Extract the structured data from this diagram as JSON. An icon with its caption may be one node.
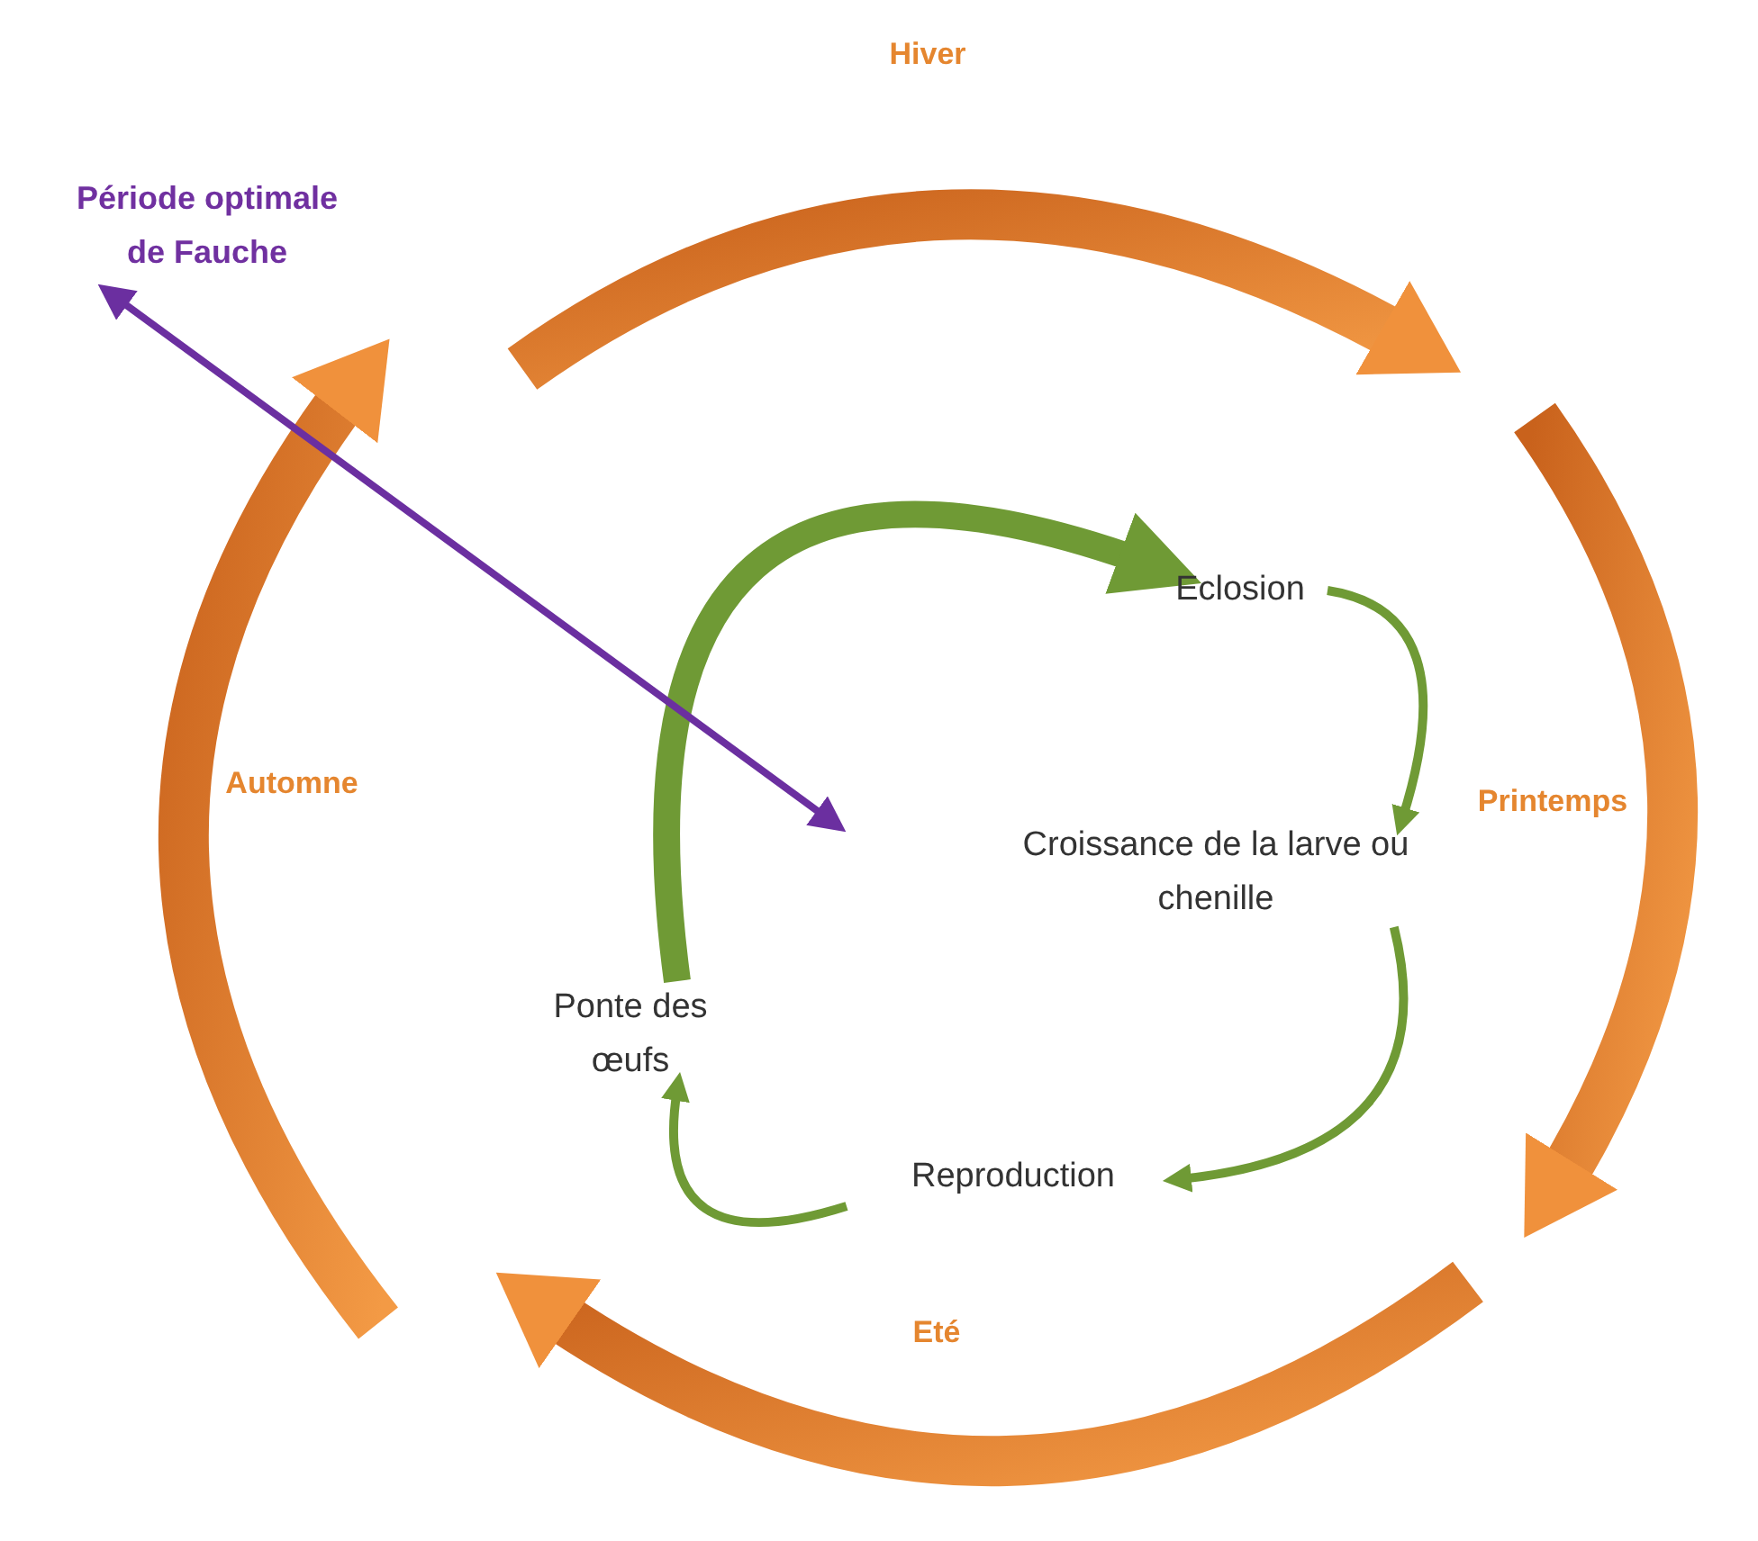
{
  "diagram": {
    "nodes": [
      {
        "text": [
          "Période optimale de Fauche"
        ]
      },
      {
        "text": [
          "Eclosion"
        ]
      },
      {
        "text": [
          "Croissance de la larve ou chenille"
        ]
      },
      {
        "text": [
          "Reproduction"
        ]
      },
      {
        "text": [
          "Ponte des œufs"
        ]
      }
    ],
    "edges": [
      {
        "from": 1,
        "to": 2,
        "arrow": "to"
      },
      {
        "from": 2,
        "to": 3,
        "arrow": "to"
      },
      {
        "from": 3,
        "to": 4,
        "arrow": "to"
      },
      {
        "from": 4,
        "to": 1,
        "arrow": "to",
        "style": "thick"
      },
      {
        "from": 0,
        "to": null,
        "arrow": "both",
        "color": "#6b2fa0"
      }
    ],
    "labels": [
      "Hiver",
      "Automne",
      "Printemps",
      "Eté"
    ]
  }
}
